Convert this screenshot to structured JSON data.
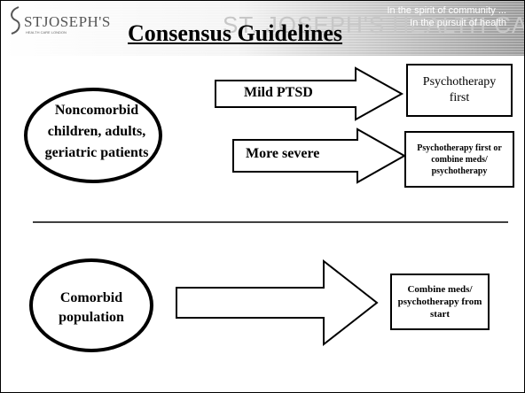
{
  "header": {
    "watermark": "ST. JOSEPH'S HEALTH CARE",
    "logo_name": "STJOSEPH'S",
    "logo_sub": "HEALTH CARE LONDON",
    "tagline_line1": "In the spirit of community ...",
    "tagline_line2": "In the pursuit of health",
    "title": "Consensus Guidelines"
  },
  "top_group": {
    "population": "Noncomorbid children, adults, geriatric patients",
    "arrow1_label": "Mild PTSD",
    "outcome1": "Psychotherapy first",
    "arrow2_label": "More severe",
    "outcome2": "Psychotherapy first or combine meds/ psychotherapy"
  },
  "bottom_group": {
    "population": "Comorbid population",
    "outcome": "Combine meds/ psychotherapy from start"
  },
  "colors": {
    "text": "#000000",
    "background": "#ffffff",
    "header_gray": "#9a9a9a"
  }
}
